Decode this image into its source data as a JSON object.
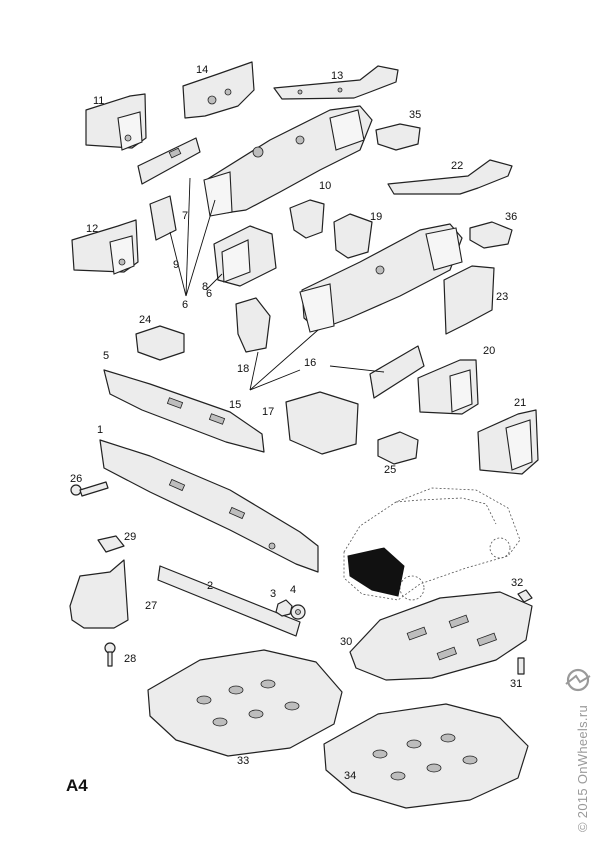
{
  "diagram": {
    "page_code": "A4",
    "watermark": "© 2015 OnWheels.ru",
    "logo_icon": "opel-logo-icon",
    "callouts": [
      "1",
      "2",
      "3",
      "4",
      "5",
      "6",
      "6",
      "7",
      "8",
      "9",
      "10",
      "11",
      "12",
      "13",
      "14",
      "15",
      "16",
      "17",
      "18",
      "19",
      "20",
      "21",
      "22",
      "23",
      "24",
      "25",
      "26",
      "27",
      "28",
      "29",
      "30",
      "31",
      "32",
      "33",
      "34",
      "35",
      "36"
    ]
  }
}
